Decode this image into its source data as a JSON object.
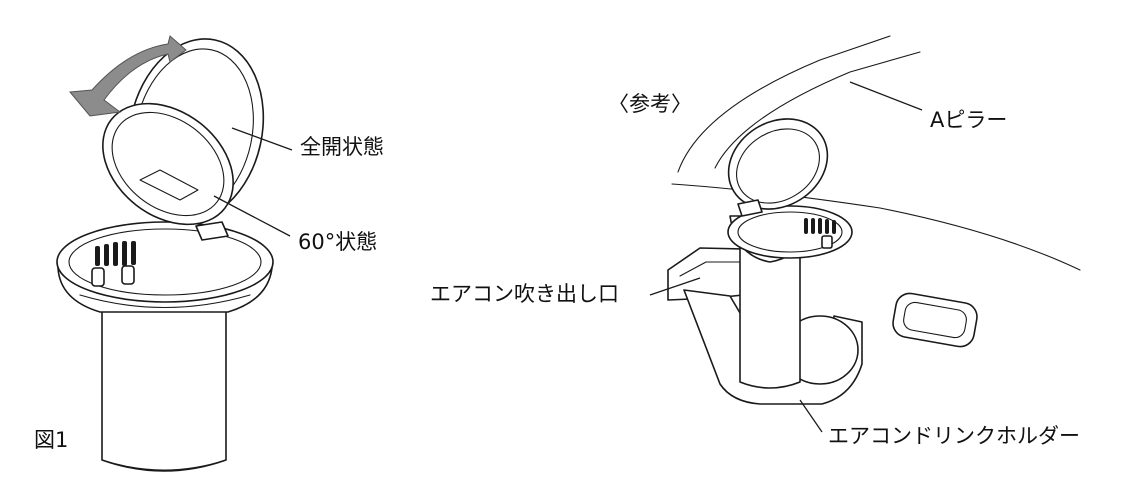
{
  "labels": {
    "full_open": "全開状態",
    "sixty_degree": "60°状態",
    "reference": "〈参考〉",
    "a_pillar": "Aピラー",
    "ac_vent": "エアコン吹き出し口",
    "ac_drink_holder": "エアコンドリンクホルダー",
    "figure": "図1"
  },
  "colors": {
    "arrow_fill": "#8c8c8c",
    "line": "#1a1a1a"
  }
}
